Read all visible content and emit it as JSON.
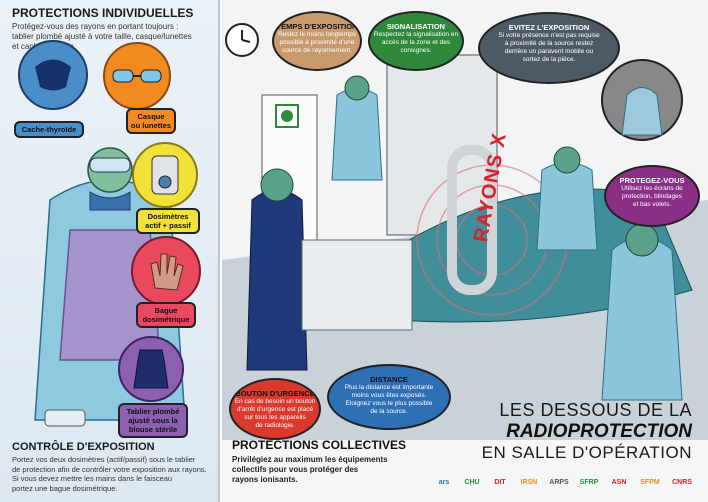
{
  "left": {
    "title": "PROTECTIONS INDIVIDUELLES",
    "desc": [
      "Protégez-vous des rayons en portant toujours :",
      "tablier plombé ajusté à votre taille, casque/lunettes",
      "et cache-thyroïde."
    ],
    "labels": {
      "cache": "Cache-thyroïde",
      "casque": [
        "Casque",
        "ou lunettes"
      ],
      "dosimetres": [
        "Dosimètres",
        "actif + passif"
      ],
      "bague": [
        "Bague",
        "dosimétrique"
      ],
      "tablier": [
        "Tablier plombé",
        "ajusté sous la",
        "blouse stérile"
      ]
    },
    "bottom_title": "CONTRÔLE D'EXPOSITION",
    "bottom_desc": [
      "Portez vos deux dosimètres (actif/passif) sous le tablier",
      "de protection afin de contrôler votre exposition aux rayons.",
      "Si vous devez mettre les mains dans le faisceau",
      "portez une bague dosimétrique."
    ]
  },
  "bubbles": {
    "temps": {
      "title": "TEMPS D'EXPOSITION",
      "lines": [
        "Restez le moins longtemps",
        "possible à proximité d'une",
        "source de rayonnement."
      ]
    },
    "signal": {
      "title": "SIGNALISATION",
      "lines": [
        "Respectez la signalisation en",
        "accès de la zone et des",
        "consignes."
      ]
    },
    "evitez": {
      "title": "EVITEZ L'EXPOSITION",
      "lines": [
        "Si votre présence n'est pas requise",
        "à proximité de la source restez",
        "derrière un paravent mobile ou",
        "sortez de la pièce."
      ]
    },
    "protegez": {
      "title": "PROTEGEZ-VOUS",
      "lines": [
        "Utilisez les écrans de",
        "protection, blindages",
        "et bas volets."
      ]
    },
    "urgence": {
      "title": "BOUTON D'URGENCE",
      "lines": [
        "En cas de besoin un bouton",
        "d'arrêt d'urgence est placé",
        "sur tous les appareils",
        "de radiologie."
      ]
    },
    "distance": {
      "title": "DISTANCE",
      "lines": [
        "Plus la distance est importante",
        "moins vous êtes exposés.",
        "Eloignez vous le plus possible",
        "de la source."
      ]
    }
  },
  "rayons": "RAYONS X",
  "right": {
    "title": "PROTECTIONS COLLECTIVES",
    "desc": [
      "Privilégiez au maximum les équipements",
      "collectifs pour vous protéger des",
      "rayons ionisants."
    ]
  },
  "main_title": {
    "t1": "LES DESSOUS DE LA",
    "t2": "RADIOPROTECTION",
    "t3": "EN SALLE D'OPÉRATION"
  },
  "logos": [
    "ars",
    "CHU",
    "DIT",
    "IRSN",
    "ARPS",
    "SFRP",
    "ASN",
    "SFPM",
    "CNRS"
  ],
  "colors": {
    "cache": "#4a8ec9",
    "casque": "#f28a22",
    "dosimetres": "#f2e13a",
    "bague": "#e8495f",
    "tablier": "#8d5fb0",
    "temps": "#c99a6d",
    "signal": "#2e8a3a",
    "evitez": "#4d5a66",
    "protegez": "#8a2f86",
    "urgence": "#d93a2d",
    "distance": "#2f6fb6",
    "rayons": "#d9202e"
  }
}
